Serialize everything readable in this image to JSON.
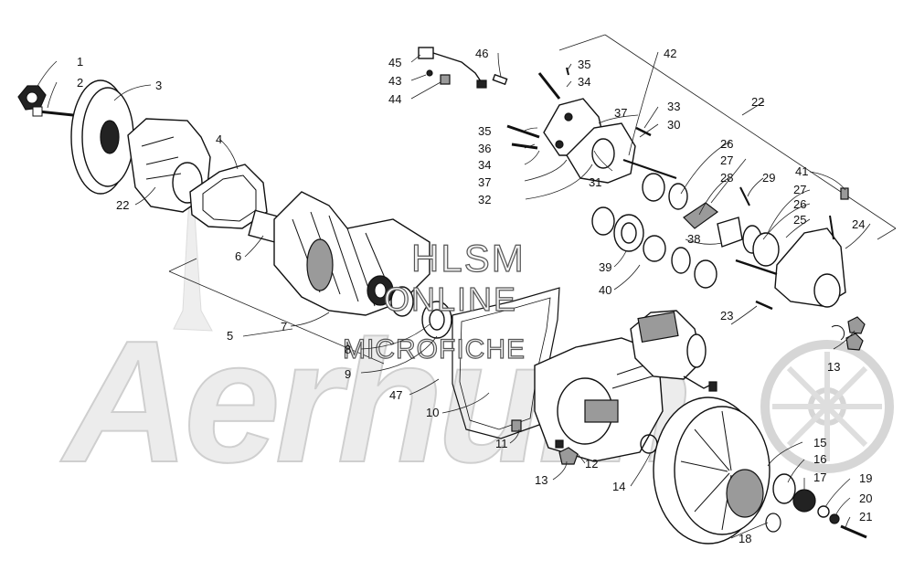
{
  "watermark": {
    "line1": "HLSM",
    "line2": "ONLINE",
    "line3": "MICROFICHE",
    "logo_text": "Aerhum"
  },
  "callouts": [
    "1",
    "2",
    "3",
    "4",
    "5",
    "6",
    "7",
    "8",
    "9",
    "10",
    "11",
    "12",
    "13",
    "13",
    "14",
    "15",
    "16",
    "17",
    "18",
    "19",
    "20",
    "21",
    "22",
    "22",
    "23",
    "24",
    "25",
    "26",
    "26",
    "27",
    "27",
    "28",
    "29",
    "30",
    "31",
    "32",
    "33",
    "34",
    "34",
    "35",
    "35",
    "36",
    "37",
    "37",
    "38",
    "39",
    "40",
    "41",
    "42",
    "43",
    "44",
    "45",
    "46",
    "47"
  ]
}
